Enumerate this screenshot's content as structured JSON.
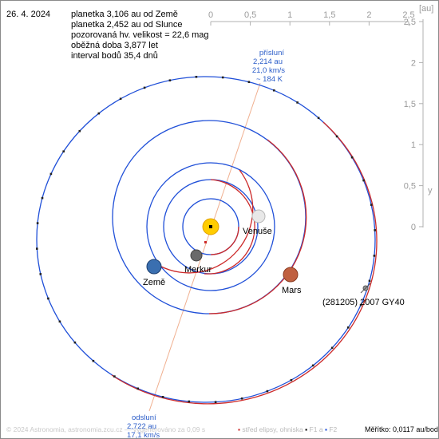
{
  "date": "26. 4. 2024",
  "info": [
    "planetka 3,106 au od Země",
    "planetka 2,452 au od Slunce",
    "pozorovaná hv. velikost = 22,6 mag",
    "oběžná doba 3,877 let",
    "interval bodů 35,4 dnů"
  ],
  "scale": {
    "unit": "[au]",
    "x_ticks": [
      "0",
      "0,5",
      "1",
      "1,5",
      "2",
      "2,5"
    ],
    "y_ticks": [
      "2,5",
      "2",
      "1,5",
      "1",
      "0,5",
      "0"
    ],
    "y_label": "y",
    "color": "#9a9a9a"
  },
  "perihelion": {
    "title": "přísluní",
    "distance": "2,214 au",
    "speed": "21,0 km/s",
    "temperature": "~ 184 K"
  },
  "aphelion": {
    "title": "odsluní",
    "distance": "2,722 au",
    "speed": "17,1 km/s"
  },
  "bodies": {
    "venus": "Venuše",
    "mercury": "Merkur",
    "earth": "Země",
    "mars": "Mars",
    "asteroid": "(281205) 2007 GY40"
  },
  "footer": {
    "credit": "© 2024 Astronomia, astronomia.zcu.cz — vygenerováno za 0,09 s",
    "legend_center": "střed elipsy, ohniska",
    "legend_f1": "F1 a",
    "legend_f2": "F2",
    "scale": "Měřítko: 0,0117 au/bod"
  },
  "colors": {
    "orbit_blue": "#1f4fd8",
    "orbit_red": "#cc2a2a",
    "apsis_line": "#f0b090",
    "annotation": "#2a5cc8",
    "sun": "#ffcc00"
  }
}
